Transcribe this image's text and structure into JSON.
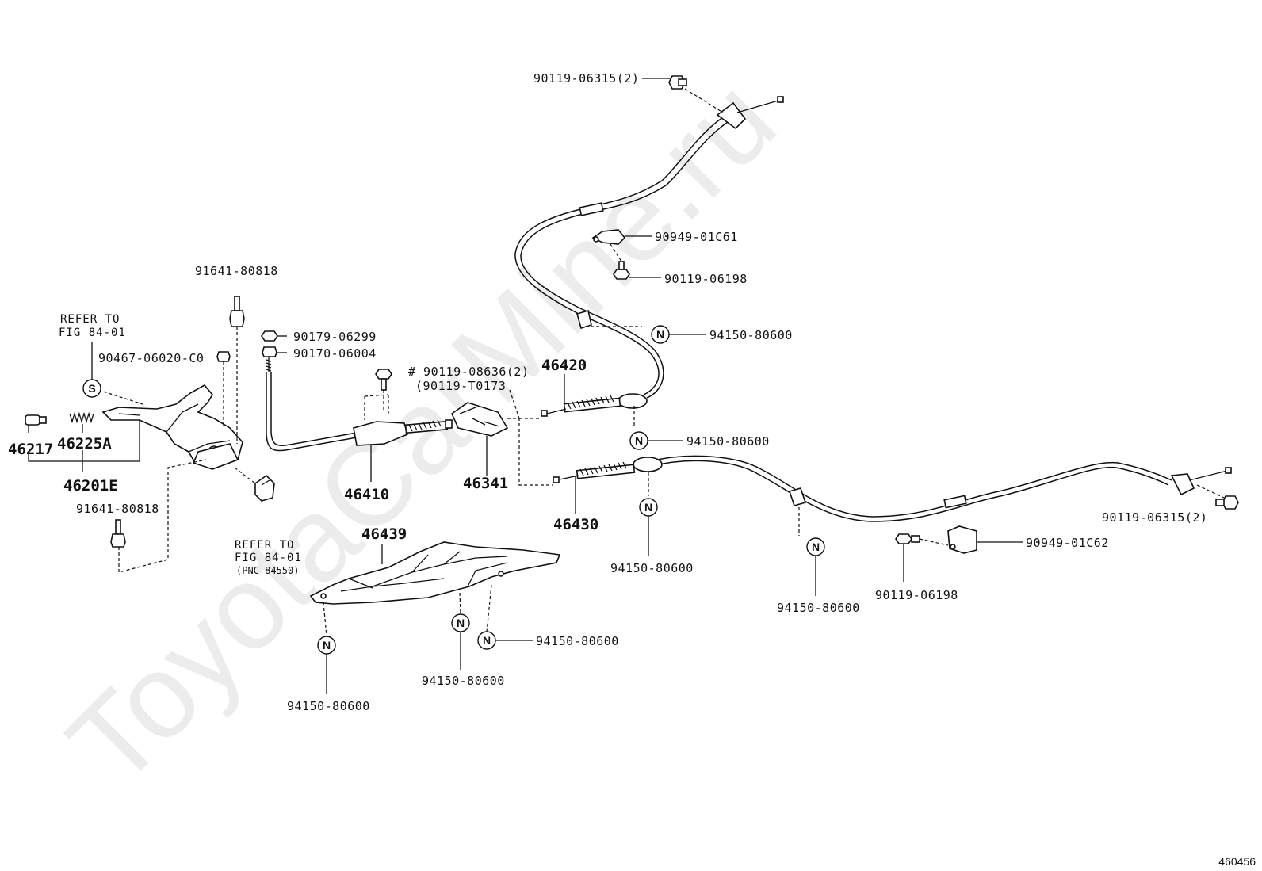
{
  "watermark": "ToyotaCarMine.ru",
  "image_id": "460456",
  "labels": {
    "bolt_91641_top": "91641-80818",
    "refer_left_line1": "REFER TO",
    "refer_left_line2": "FIG 84-01",
    "grip_90467": "90467-06020-C0",
    "nut_90179": "90179-06299",
    "washer_90170": "90170-06004",
    "bolt_90119_08636": "# 90119-08636(2)",
    "bolt_90119_t0173": "(90119-T0173",
    "cable_46420": "46420",
    "bolt_90119_06315_top": "90119-06315(2)",
    "clamp_90949_c61": "90949-01C61",
    "bolt_90119_06198_top": "90119-06198",
    "clip_94150_a": "94150-80600",
    "clip_94150_b": "94150-80600",
    "part_46217": "46217",
    "part_46225a": "46225A",
    "part_46201e": "46201E",
    "bolt_91641_bottom": "91641-80818",
    "refer_bottom_line1": "REFER TO",
    "refer_bottom_line2": "FIG 84-01",
    "refer_bottom_line3": "(PNC 84550)",
    "part_46410": "46410",
    "part_46341": "46341",
    "part_46430": "46430",
    "part_46439": "46439",
    "clip_94150_c": "94150-80600",
    "clip_94150_d": "94150-80600",
    "clip_94150_e": "94150-80600",
    "clip_94150_f": "94150-80600",
    "clip_94150_g": "94150-80600",
    "bolt_90119_06315_right": "90119-06315(2)",
    "clamp_90949_c62": "90949-01C62",
    "bolt_90119_06198_bottom": "90119-06198"
  },
  "symbols": {
    "s": "S",
    "n": "N"
  }
}
